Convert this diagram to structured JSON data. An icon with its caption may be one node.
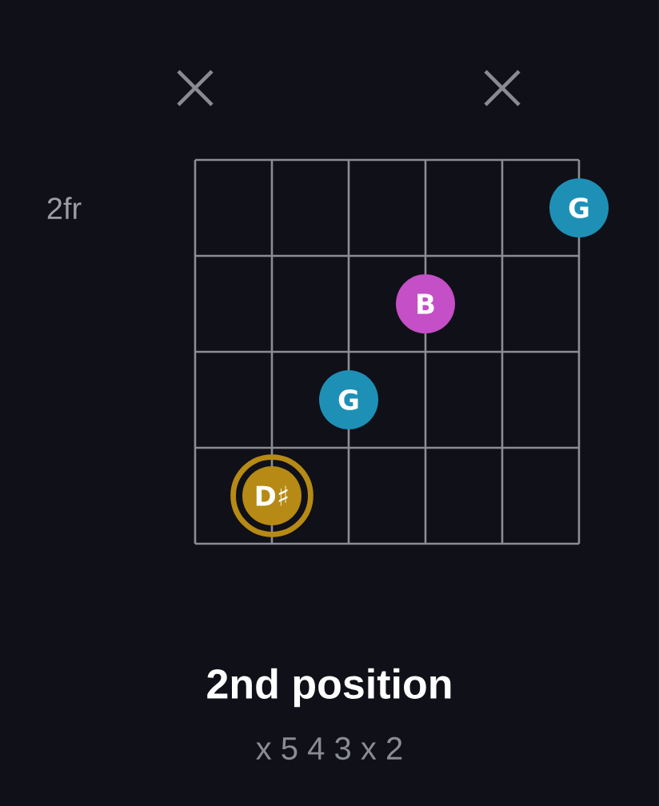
{
  "diagram": {
    "title": "2nd position",
    "nodes": [
      {
        "text": [
          "G"
        ]
      },
      {
        "text": [
          "B"
        ]
      },
      {
        "text": [
          "G"
        ]
      },
      {
        "text": [
          "D♯"
        ]
      }
    ],
    "labels": [
      "2fr",
      "x 5 4 3 x 2"
    ]
  }
}
